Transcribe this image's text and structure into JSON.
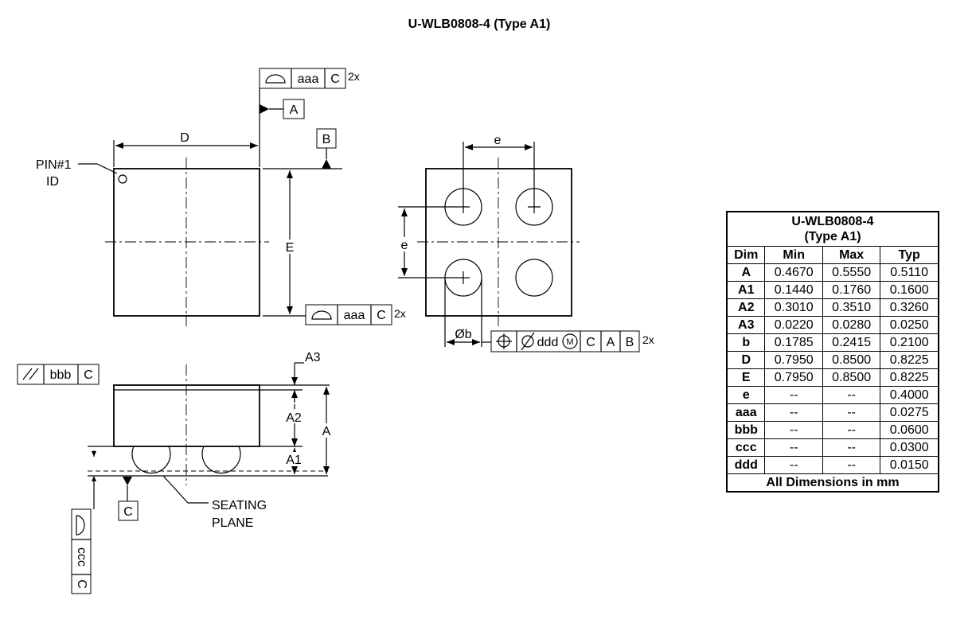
{
  "title": "U-WLB0808-4 (Type A1)",
  "labels": {
    "pin1_line1": "PIN#1",
    "pin1_line2": "ID",
    "D": "D",
    "E": "E",
    "e_horizontal": "e",
    "e_vertical": "e",
    "ball_diameter": "Øb",
    "A": "A",
    "A1": "A1",
    "A2": "A2",
    "A3": "A3",
    "datum_A": "A",
    "datum_B": "B",
    "datum_C": "C",
    "seating_line1": "SEATING",
    "seating_line2": "PLANE"
  },
  "fcf": {
    "top": {
      "tol": "aaa",
      "datum": "C",
      "mult": "2x"
    },
    "right": {
      "tol": "aaa",
      "datum": "C",
      "mult": "2x"
    },
    "position": {
      "tol": "ddd",
      "modifier": "M",
      "datums": [
        "C",
        "A",
        "B"
      ],
      "mult": "2x"
    },
    "parallel": {
      "tol": "bbb",
      "datum": "C"
    },
    "coplanarity": {
      "tol": "ccc",
      "datum": "C"
    }
  },
  "table": {
    "caption_line1": "U-WLB0808-4",
    "caption_line2": "(Type A1)",
    "headers": [
      "Dim",
      "Min",
      "Max",
      "Typ"
    ],
    "rows": [
      [
        "A",
        "0.4670",
        "0.5550",
        "0.5110"
      ],
      [
        "A1",
        "0.1440",
        "0.1760",
        "0.1600"
      ],
      [
        "A2",
        "0.3010",
        "0.3510",
        "0.3260"
      ],
      [
        "A3",
        "0.0220",
        "0.0280",
        "0.0250"
      ],
      [
        "b",
        "0.1785",
        "0.2415",
        "0.2100"
      ],
      [
        "D",
        "0.7950",
        "0.8500",
        "0.8225"
      ],
      [
        "E",
        "0.7950",
        "0.8500",
        "0.8225"
      ],
      [
        "e",
        "--",
        "--",
        "0.4000"
      ],
      [
        "aaa",
        "--",
        "--",
        "0.0275"
      ],
      [
        "bbb",
        "--",
        "--",
        "0.0600"
      ],
      [
        "ccc",
        "--",
        "--",
        "0.0300"
      ],
      [
        "ddd",
        "--",
        "--",
        "0.0150"
      ]
    ],
    "footer": "All Dimensions in mm"
  }
}
